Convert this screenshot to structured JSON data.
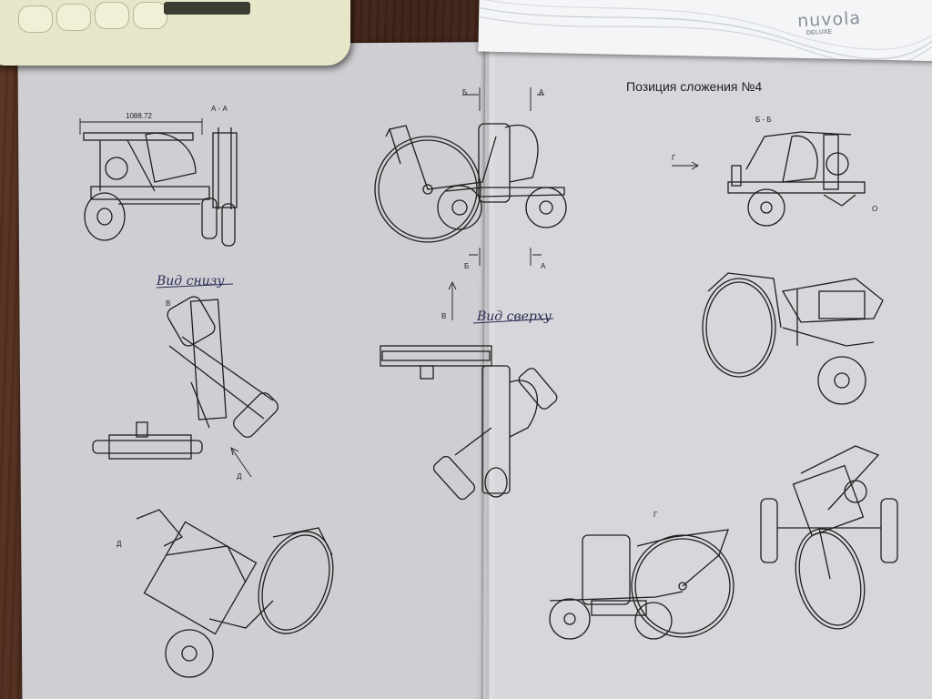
{
  "sheet": {
    "title": "Позиция сложения №4",
    "dimension": "1088.72",
    "section_labels": {
      "aa_top": "А - А",
      "b_top": "Б",
      "a_top": "А",
      "b_bottom": "Б",
      "a_bottom": "А",
      "bb": "Б - Б",
      "g_arrow": "Г",
      "v_arrow": "В",
      "v_view": "В",
      "d_arrow": "Д",
      "d_view": "Д",
      "g_view": "Г",
      "o_view": "О"
    },
    "handwritten": {
      "bottom_view": "Вид снизу",
      "top_view": "Вид сверху"
    }
  },
  "booklet": {
    "brand": "nuvola",
    "sub": "DELUXE"
  },
  "colors": {
    "paper": "#d2d2d6",
    "desk": "#4a2a1c",
    "ink": "#1e1e1e",
    "phone": "#e8e6c8"
  }
}
